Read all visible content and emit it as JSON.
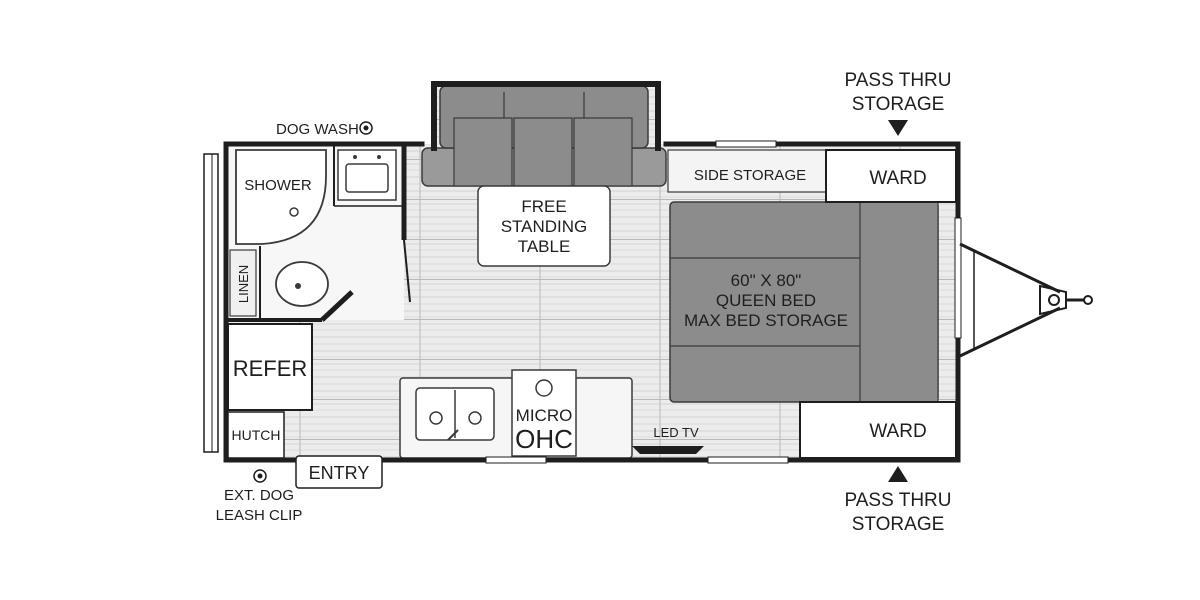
{
  "labels": {
    "dog_wash": "DOG WASH",
    "shower": "SHOWER",
    "linen": "LINEN",
    "refer": "REFER",
    "hutch": "HUTCH",
    "entry": "ENTRY",
    "ext_dog_line1": "EXT. DOG",
    "ext_dog_line2": "LEASH CLIP",
    "table_line1": "FREE",
    "table_line2": "STANDING",
    "table_line3": "TABLE",
    "side_storage": "SIDE STORAGE",
    "ward_top": "WARD",
    "ward_bottom": "WARD",
    "bed_line1": "60\" X 80\"",
    "bed_line2": "QUEEN BED",
    "bed_line3": "MAX BED STORAGE",
    "micro": "MICRO",
    "ohc": "OHC",
    "led_tv": "LED TV",
    "pass_top_line1": "PASS THRU",
    "pass_top_line2": "STORAGE",
    "pass_bottom_line1": "PASS THRU",
    "pass_bottom_line2": "STORAGE"
  },
  "icons": {
    "dog_wash": "circle-valve-icon",
    "ext_dog_leash": "circle-clip-icon",
    "arrow_down": "triangle-down-icon",
    "arrow_up": "triangle-up-icon"
  },
  "colors": {
    "wall": "#1e1e1e",
    "floor": "#e8e8e8",
    "floor_stripe": "#cfcfcf",
    "furniture": "#8c8c8c",
    "furniture_light": "#bdbdbd",
    "label_box": "#ffffff"
  }
}
